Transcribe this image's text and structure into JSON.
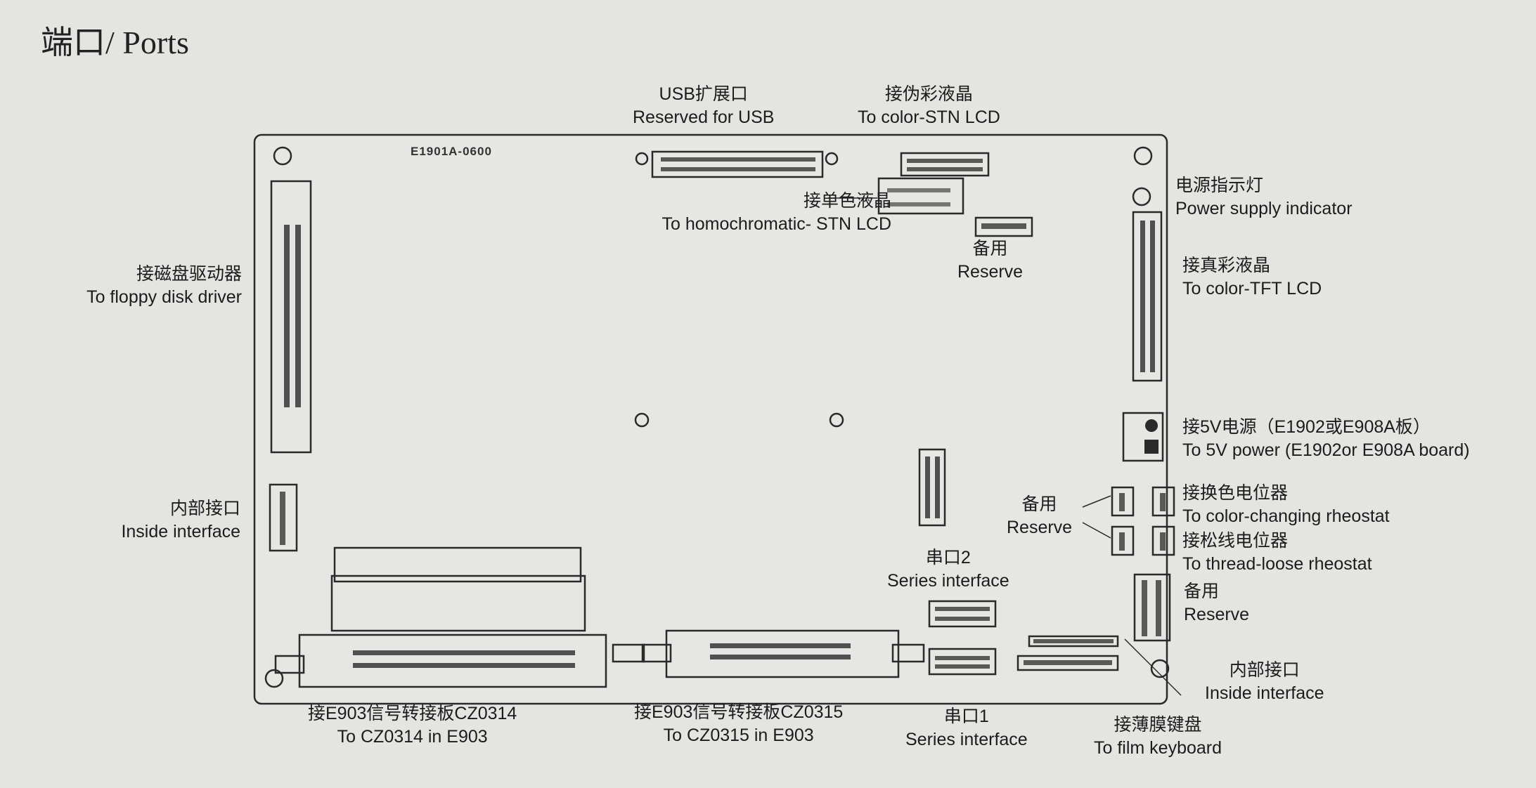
{
  "title": "端口/ Ports",
  "board_code": "E1901A-0600",
  "labels": {
    "usb": {
      "cn": "USB扩展口",
      "en": "Reserved for USB"
    },
    "color_stn": {
      "cn": "接伪彩液晶",
      "en": "To color-STN LCD"
    },
    "mono_stn": {
      "cn": "接单色液晶",
      "en": "To homochromatic- STN LCD"
    },
    "reserve_top": {
      "cn": "备用",
      "en": "Reserve"
    },
    "power_led": {
      "cn": "电源指示灯",
      "en": "Power supply indicator"
    },
    "tft": {
      "cn": "接真彩液晶",
      "en": "To color-TFT LCD"
    },
    "floppy": {
      "cn": "接磁盘驱动器",
      "en": "To floppy disk driver"
    },
    "inside_left": {
      "cn": "内部接口",
      "en": "Inside interface"
    },
    "power5v": {
      "cn": "接5V电源（E1902或E908A板）",
      "en": "To 5V power (E1902or E908A board)"
    },
    "color_rheostat": {
      "cn": "接换色电位器",
      "en": "To color-changing rheostat"
    },
    "reserve_mid": {
      "cn": "备用",
      "en": "Reserve"
    },
    "thread_rheostat": {
      "cn": "接松线电位器",
      "en": "To thread-loose rheostat"
    },
    "serial2": {
      "cn": "串口2",
      "en": "Series interface"
    },
    "reserve_right": {
      "cn": "备用",
      "en": "Reserve"
    },
    "inside_right": {
      "cn": "内部接口",
      "en": "Inside interface"
    },
    "cz0314": {
      "cn": "接E903信号转接板CZ0314",
      "en": "To CZ0314 in E903"
    },
    "cz0315": {
      "cn": "接E903信号转接板CZ0315",
      "en": "To CZ0315 in E903"
    },
    "serial1": {
      "cn": "串口1",
      "en": "Series interface"
    },
    "film_keyboard": {
      "cn": "接薄膜键盘",
      "en": "To film keyboard"
    }
  }
}
